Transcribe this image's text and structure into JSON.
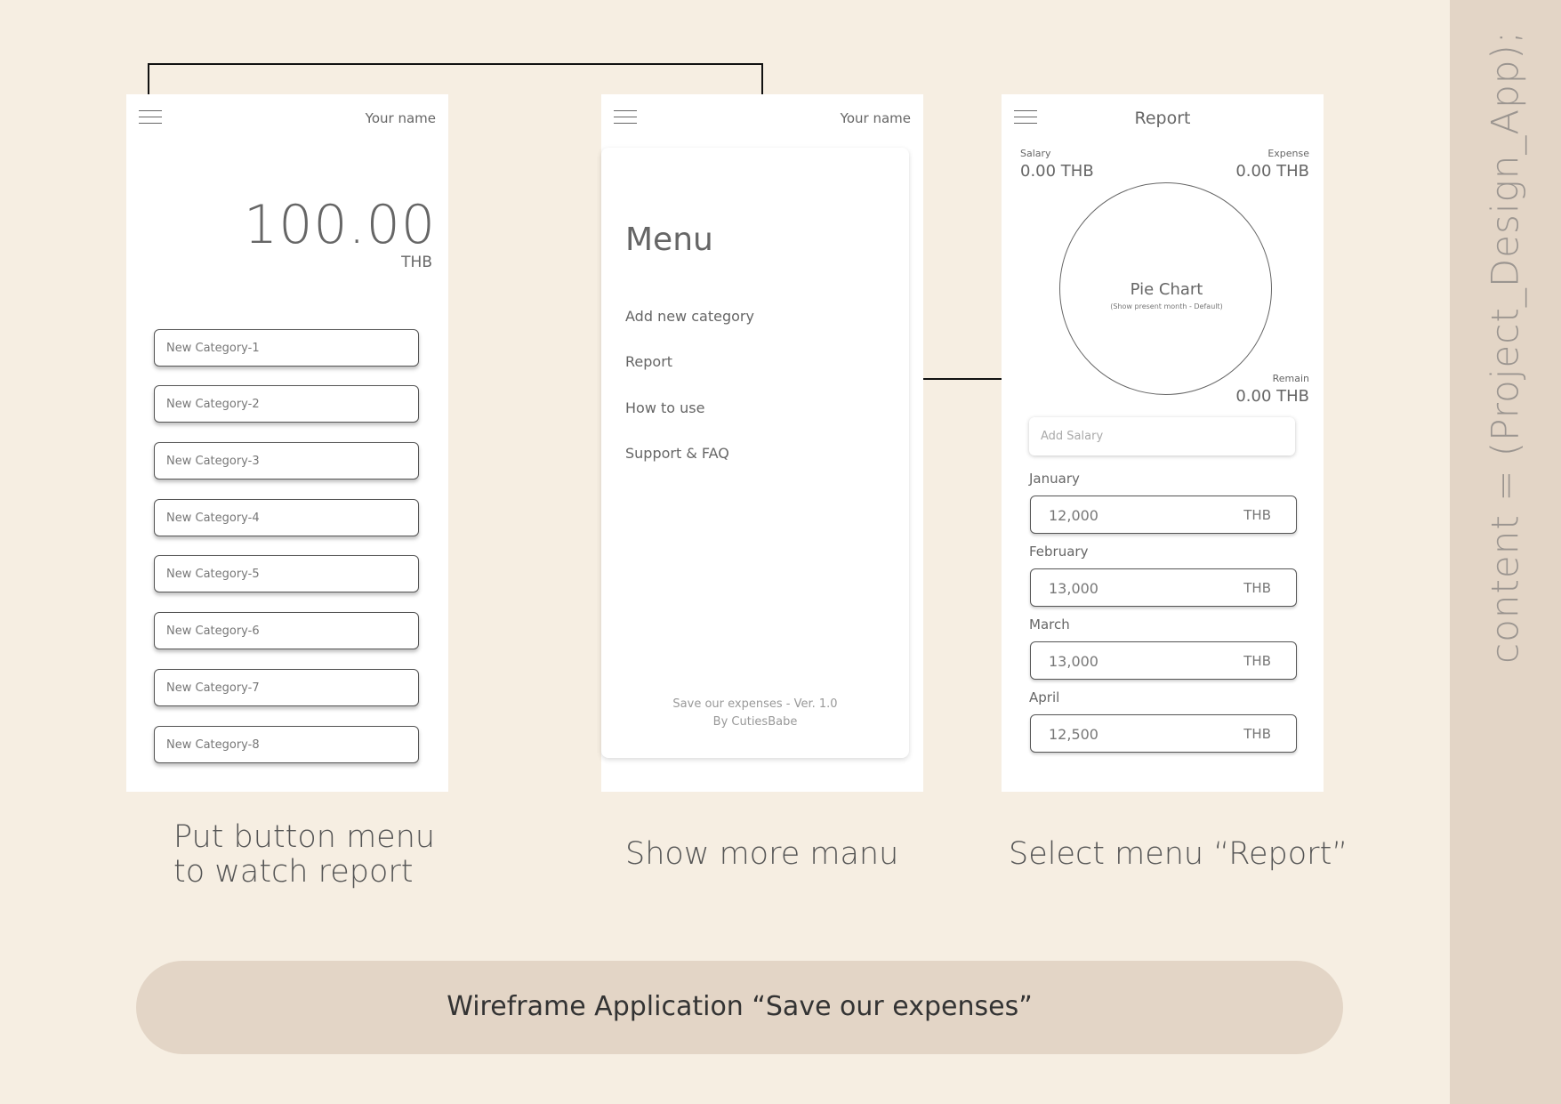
{
  "side_label": "content = (Project_Design_App);",
  "phone1": {
    "username": "Your name",
    "balance": "100.00",
    "currency": "THB",
    "categories": [
      "New Category-1",
      "New Category-2",
      "New Category-3",
      "New Category-4",
      "New Category-5",
      "New Category-6",
      "New Category-7",
      "New Category-8"
    ]
  },
  "phone2": {
    "username": "Your name",
    "menu_title": "Menu",
    "menu_items": [
      "Add new category",
      "Report",
      "How to use",
      "Support & FAQ"
    ],
    "footer_line1": "Save our expenses - Ver. 1.0",
    "footer_line2": "By CutiesBabe"
  },
  "phone3": {
    "title": "Report",
    "salary_label": "Salary",
    "salary_value": "0.00 THB",
    "expense_label": "Expense",
    "expense_value": "0.00 THB",
    "remain_label": "Remain",
    "remain_value": "0.00 THB",
    "pie_title": "Pie Chart",
    "pie_subtitle": "(Show present month - Default)",
    "add_salary_placeholder": "Add Salary",
    "months": [
      {
        "label": "January",
        "value": "12,000",
        "currency": "THB"
      },
      {
        "label": "February",
        "value": "13,000",
        "currency": "THB"
      },
      {
        "label": "March",
        "value": "13,000",
        "currency": "THB"
      },
      {
        "label": "April",
        "value": "12,500",
        "currency": "THB"
      }
    ]
  },
  "captions": {
    "step1_line1": "Put button menu",
    "step1_line2": "to watch report",
    "step2": "Show more manu",
    "step3": "Select menu “Report”"
  },
  "banner": "Wireframe Application “Save our expenses”"
}
